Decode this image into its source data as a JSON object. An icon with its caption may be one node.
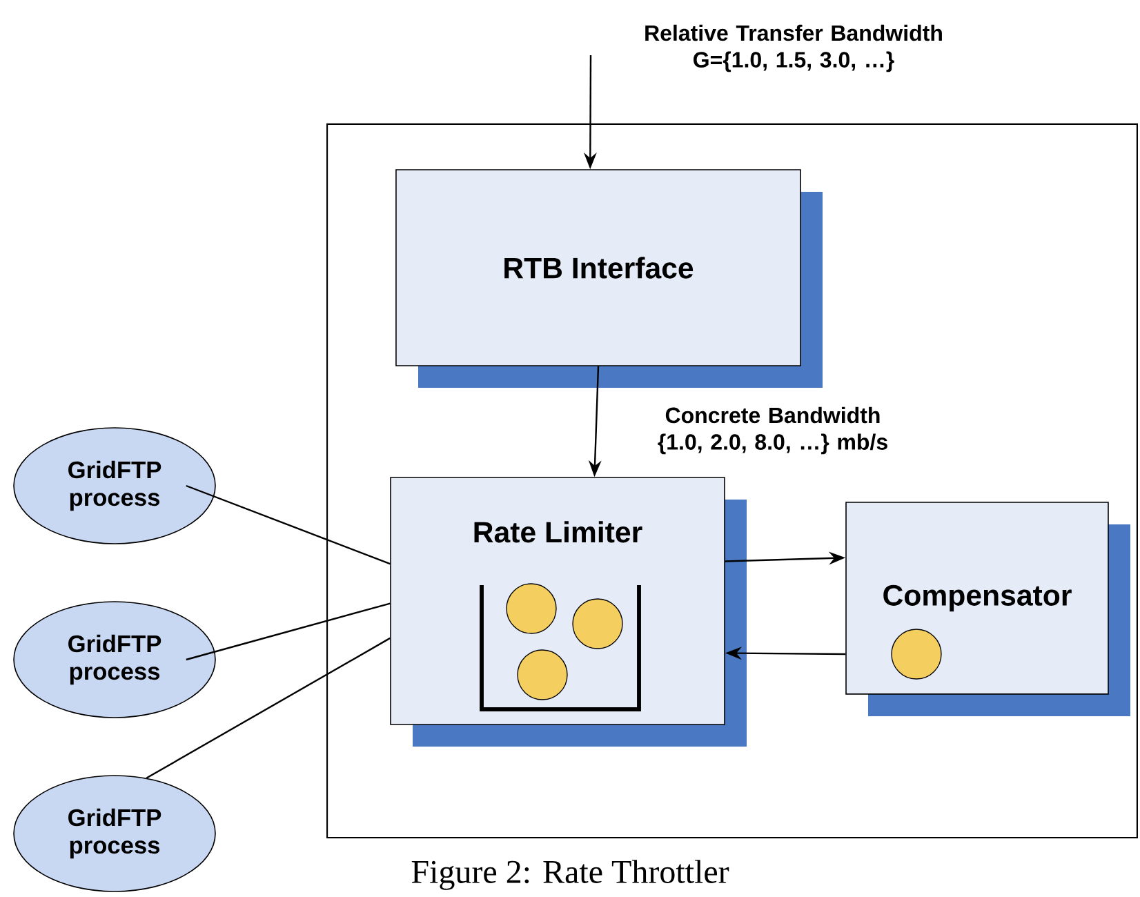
{
  "diagram": {
    "caption": "Figure 2: Rate Throttler",
    "nodes": [
      {
        "text": [],
        "shape": "box"
      },
      {
        "text": [
          "RTB Interface"
        ],
        "in": 0
      },
      {
        "text": [
          "Rate Limiter"
        ],
        "in": 0
      },
      {
        "text": [
          "Compensator"
        ],
        "in": 0
      },
      {
        "text": [
          "GridFTP process"
        ]
      },
      {
        "text": [
          "GridFTP process"
        ]
      },
      {
        "text": [
          "GridFTP process"
        ]
      }
    ],
    "edges": [
      {
        "from": null,
        "to": 1,
        "arrow": "to",
        "label": "Relative Transfer Bandwidth G={1.0, 1.5, 3.0, …}"
      },
      {
        "from": 1,
        "to": 2,
        "arrow": "to",
        "label": "Concrete Bandwidth {1.0, 2.0, 8.0, …} mb/s"
      },
      {
        "from": 2,
        "to": 3,
        "arrow": "to"
      },
      {
        "from": 3,
        "to": 2,
        "arrow": "to"
      },
      {
        "from": 4,
        "to": 2,
        "arrow": "none"
      },
      {
        "from": 5,
        "to": 2,
        "arrow": "none"
      },
      {
        "from": 6,
        "to": 2,
        "arrow": "none"
      }
    ]
  }
}
